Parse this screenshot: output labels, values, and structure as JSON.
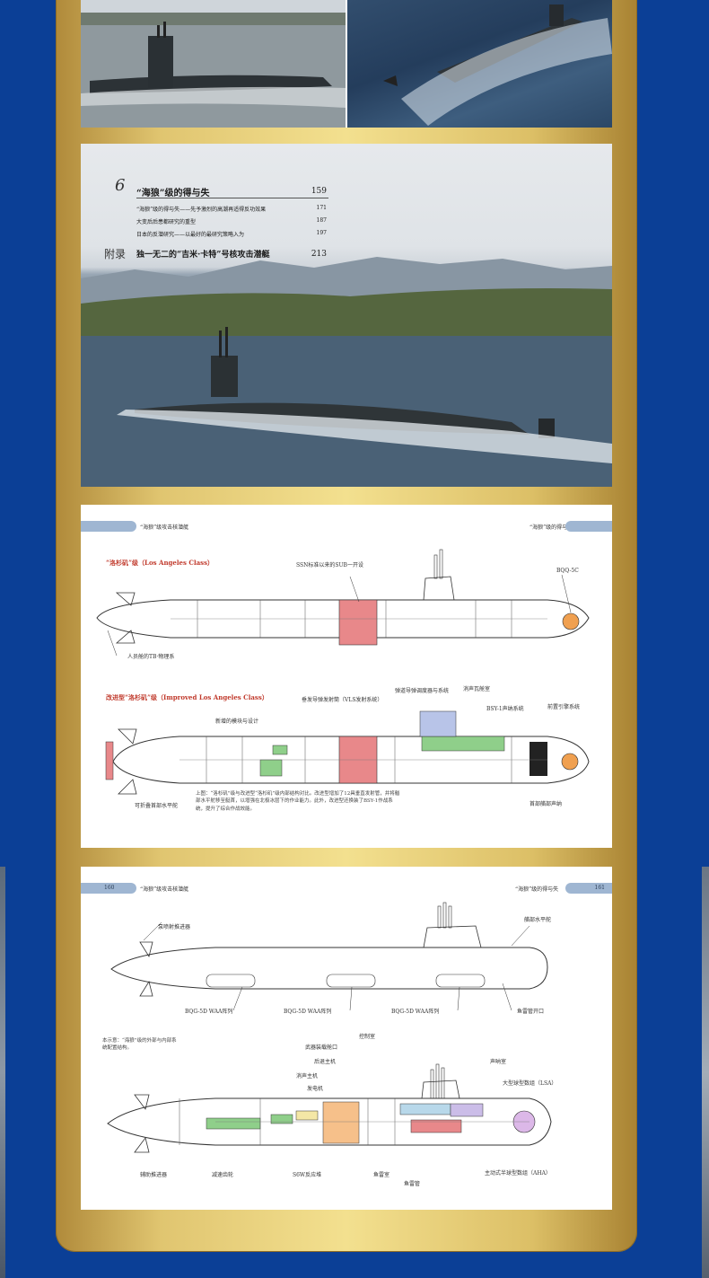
{
  "toc": {
    "chapter_num": "6",
    "chapter_title": "“海狼”级的得与失",
    "chapter_page": "159",
    "items": [
      {
        "text": "“海狼”级的得与失——先予激烈的高潮再适得反功效果",
        "page": "171"
      },
      {
        "text": "大变后后患都研究的重型",
        "page": "187"
      },
      {
        "text": "日本的反潜研究——以最好的最研究策略入为",
        "page": "197"
      }
    ],
    "appendix_label": "附录",
    "appendix_title": "独一无二的“吉米·卡特”号核攻击潜艇",
    "appendix_page": "213"
  },
  "page3": {
    "left_tab": "",
    "left_title": "“海狼”级攻击核潜艇",
    "right_title": "“海狼”级的得与失",
    "right_page": "",
    "section1_title": "“洛杉矶”级（Los Angeles Class）",
    "section1_labels": [
      "SSN标准以来的SUB一开设",
      "BQQ-5C",
      "人员舱的TB·物理系"
    ],
    "section2_title": "改进型“洛杉矶”级（Improved Los Angeles Class）",
    "section2_labels": [
      "垂发导弹发射筒（VLS发射系统）",
      "弹道导弹调度器与系统",
      "新增的模块与设计",
      "BSY-1声纳系统",
      "消声瓦舱室",
      "前置引擎系统",
      "可折叠首部水平舵",
      "首部艏部声纳"
    ],
    "note": "上图：“洛杉矶”级与改进型“洛杉矶”级内部结构对比。改进型增加了12具垂直发射管，并将艏部水平舵移至艇首，以增强在北极冰层下的作业能力。此外，改进型还换装了BSY-1作战系统，提升了综合作战效能。"
  },
  "page4": {
    "left_page": "160",
    "left_title": "“海狼”级攻击核潜艇",
    "right_title": "“海狼”级的得与失",
    "right_page": "161",
    "top_labels": [
      "泵喷射推进器",
      "艏部水平舵",
      "BQG-5D WAA阵列",
      "BQG-5D WAA阵列",
      "BQG-5D WAA阵列",
      "鱼雷管开口"
    ],
    "note": "本示意：“海狼”级的外部与内部系统配置结构。",
    "bottom_labels": [
      "控制室",
      "武器装载舱口",
      "后退主机",
      "消声主机",
      "发电机",
      "声呐室",
      "大型球型数组（LSA）",
      "辅助推进器",
      "减速齿轮",
      "S6W反应堆",
      "鱼雷室",
      "鱼雷管",
      "主动式半球型数组（AHA）"
    ]
  },
  "colors": {
    "background_blue": "#0b3f96",
    "frame_gold": "#e8cf7a",
    "reactor_red": "#e8888a",
    "command_green": "#8fcf8a",
    "sonar_orange": "#f0a050"
  }
}
